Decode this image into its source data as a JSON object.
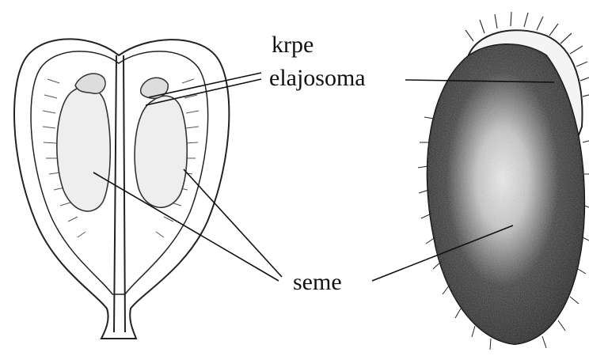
{
  "labels": {
    "krpe": "krpe",
    "elajosoma": "elajosoma",
    "seme": "seme"
  },
  "colors": {
    "ink": "#1a1a1a",
    "paper": "#ffffff"
  }
}
